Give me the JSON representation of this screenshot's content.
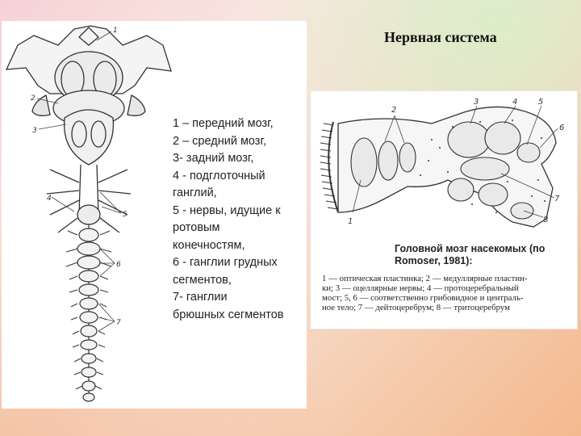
{
  "slide": {
    "title": "Нервная система"
  },
  "left_figure": {
    "callouts": [
      "1",
      "2",
      "3",
      "4",
      "5",
      "6",
      "7"
    ],
    "legend": [
      "1 – передний мозг,",
      "2 – средний мозг,",
      "3- задний мозг,",
      "4 - подглоточный",
      "ганглий,",
      "5 - нервы, идущие к",
      "ротовым",
      "конечностям,",
      "6 - ганглии грудных",
      "сегментов,",
      "7- ганглии",
      "брюшных сегментов"
    ]
  },
  "right_figure": {
    "callouts": [
      "1",
      "2",
      "3",
      "4",
      "5",
      "6",
      "7",
      "8"
    ],
    "caption_title_line1": "Головной мозг насекомых (по",
    "caption_title_line2": "Romoser, 1981):",
    "caption_line1": "1 — оптическая пластинка; 2 — медуллярные пластин-",
    "caption_line2": "ки; 3 — оцеллярные нервы; 4 — протоцеребральный",
    "caption_line3": "мост; 5, 6 — соответственно грибовидное и централь-",
    "caption_line4": "ное тело; 7 — дейтоцеребрум; 8 — тритоцеребрум"
  }
}
